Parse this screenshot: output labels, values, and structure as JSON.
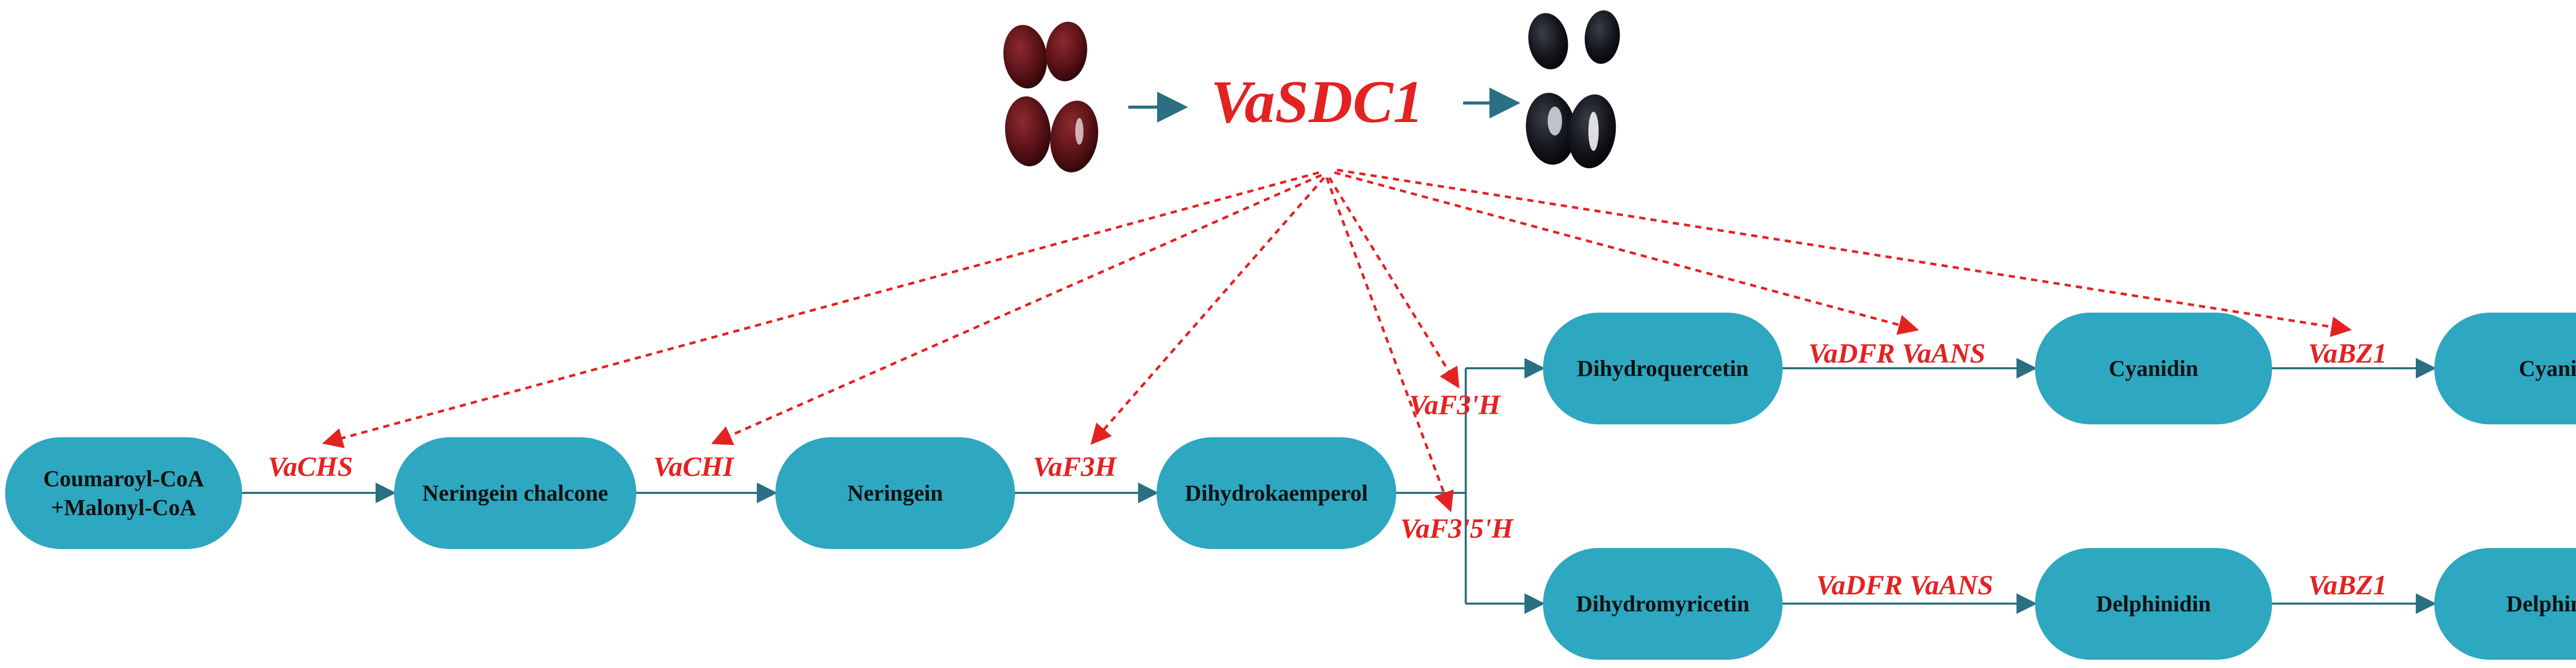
{
  "title": "VaSDC1",
  "nodes": {
    "coumaroyl_line1": "Coumaroyl-CoA",
    "coumaroyl_line2": "+Malonyl-CoA",
    "neringein_chalcone": "Neringein chalcone",
    "neringein": "Neringein",
    "dihydrokaemperol": "Dihydrokaemperol",
    "dihydroquercetin": "Dihydroquercetin",
    "dihydromyricetin": "Dihydromyricetin",
    "cyanidin": "Cyanidin",
    "delphinidin": "Delphinidin",
    "cyanin": "Cyanin",
    "delphinin": "Delphinin"
  },
  "enzymes": {
    "chs": "VaCHS",
    "chi": "VaCHI",
    "f3h": "VaF3H",
    "f3prime": "VaF3'H",
    "f35prime": "VaF3'5'H",
    "dfr_ans_top": "VaDFR VaANS",
    "dfr_ans_bottom": "VaDFR VaANS",
    "bz1_top": "VaBZ1",
    "bz1_bottom": "VaBZ1"
  },
  "colors": {
    "node_fill": "#2ea7c1",
    "arrow": "#2a6f82",
    "regulation": "#e32222",
    "berry_red": "#5a1216",
    "berry_black": "#15161c"
  },
  "icons": [
    "red-berries-icon",
    "black-berries-icon"
  ]
}
